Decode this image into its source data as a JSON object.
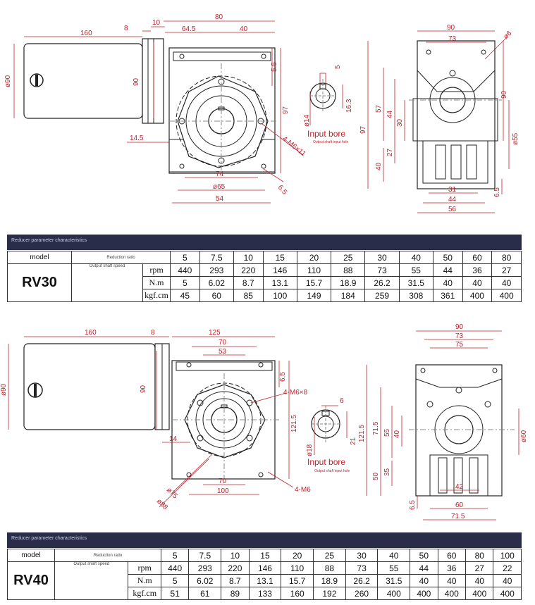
{
  "rv30": {
    "dims": {
      "len80": "80",
      "len160": "160",
      "len8": "8",
      "len10": "10",
      "len64_5": "64.5",
      "len40": "40",
      "phi90": "ø90",
      "h90": "90",
      "h97": "97",
      "h5_5": "5.5",
      "w14_5": "14.5",
      "m6": "4-M6×11",
      "d74": "74",
      "d65": "ø65",
      "d54": "54",
      "d6_5": "6.5",
      "shaft_phi": "ø14",
      "shaft_h": "16.3",
      "shaft_k": "5",
      "input_bore": "Input bore",
      "input_bore_small": "Output shaft input hole",
      "s90": "90",
      "s73": "73",
      "s_phi6": "ø6",
      "s57": "57",
      "s44": "44",
      "s30": "30",
      "s97": "97",
      "s40": "40",
      "s27": "27",
      "s_h90": "90",
      "s_phi55": "ø55",
      "s31": "31",
      "s44b": "44",
      "s56": "56",
      "s6_5": "6.5"
    },
    "table": {
      "bar": "Reducer parameter characteristics",
      "model_label": "model",
      "model": "RV30",
      "ratio_label": "Reduction ratio",
      "speed_label": "Output shaft speed",
      "units": [
        "rpm",
        "N.m",
        "kgf.cm"
      ],
      "ratios": [
        "5",
        "7.5",
        "10",
        "15",
        "20",
        "25",
        "30",
        "40",
        "50",
        "60",
        "80"
      ],
      "rpm": [
        "440",
        "293",
        "220",
        "146",
        "110",
        "88",
        "73",
        "55",
        "44",
        "36",
        "27"
      ],
      "nm": [
        "5",
        "6.02",
        "8.7",
        "13.1",
        "15.7",
        "18.9",
        "26.2",
        "31.5",
        "40",
        "40",
        "40"
      ],
      "kgf": [
        "45",
        "60",
        "85",
        "100",
        "149",
        "184",
        "259",
        "308",
        "361",
        "400",
        "400"
      ]
    }
  },
  "rv40": {
    "dims": {
      "len160": "160",
      "len8": "8",
      "len125": "125",
      "len70": "70",
      "len53": "53",
      "phi90": "ø90",
      "h90": "90",
      "h6_5": "6.5",
      "h121_5": "121.5",
      "w14": "14",
      "m6x8": "4-M6×8",
      "m6": "4-M6",
      "d75": "ø75",
      "d88": "ø88",
      "d70": "70",
      "d100": "100",
      "shaft_phi": "ø18",
      "shaft_h": "21",
      "shaft_k": "6",
      "input_bore": "Input bore",
      "input_bore_small": "Output shaft input hole",
      "s90": "90",
      "s73": "73",
      "s75": "75",
      "s71_5": "71.5",
      "s55": "55",
      "s40": "40",
      "s121_5": "121.5",
      "s35": "35",
      "s50": "50",
      "s_phi60": "ø60",
      "s42": "42",
      "s60": "60",
      "s71_5b": "71.5",
      "s6_5": "6.5"
    },
    "table": {
      "bar": "Reducer parameter characteristics",
      "model_label": "model",
      "model": "RV40",
      "ratio_label": "Reduction ratio",
      "speed_label": "Output shaft speed",
      "units": [
        "rpm",
        "N.m",
        "kgf.cm"
      ],
      "ratios": [
        "5",
        "7.5",
        "10",
        "15",
        "20",
        "25",
        "30",
        "40",
        "50",
        "60",
        "80",
        "100"
      ],
      "rpm": [
        "440",
        "293",
        "220",
        "146",
        "110",
        "88",
        "73",
        "55",
        "44",
        "36",
        "27",
        "22"
      ],
      "nm": [
        "5",
        "6.02",
        "8.7",
        "13.1",
        "15.7",
        "18.9",
        "26.2",
        "31.5",
        "40",
        "40",
        "40",
        "40"
      ],
      "kgf": [
        "51",
        "61",
        "89",
        "133",
        "160",
        "192",
        "260",
        "400",
        "400",
        "400",
        "400",
        "400"
      ]
    }
  }
}
